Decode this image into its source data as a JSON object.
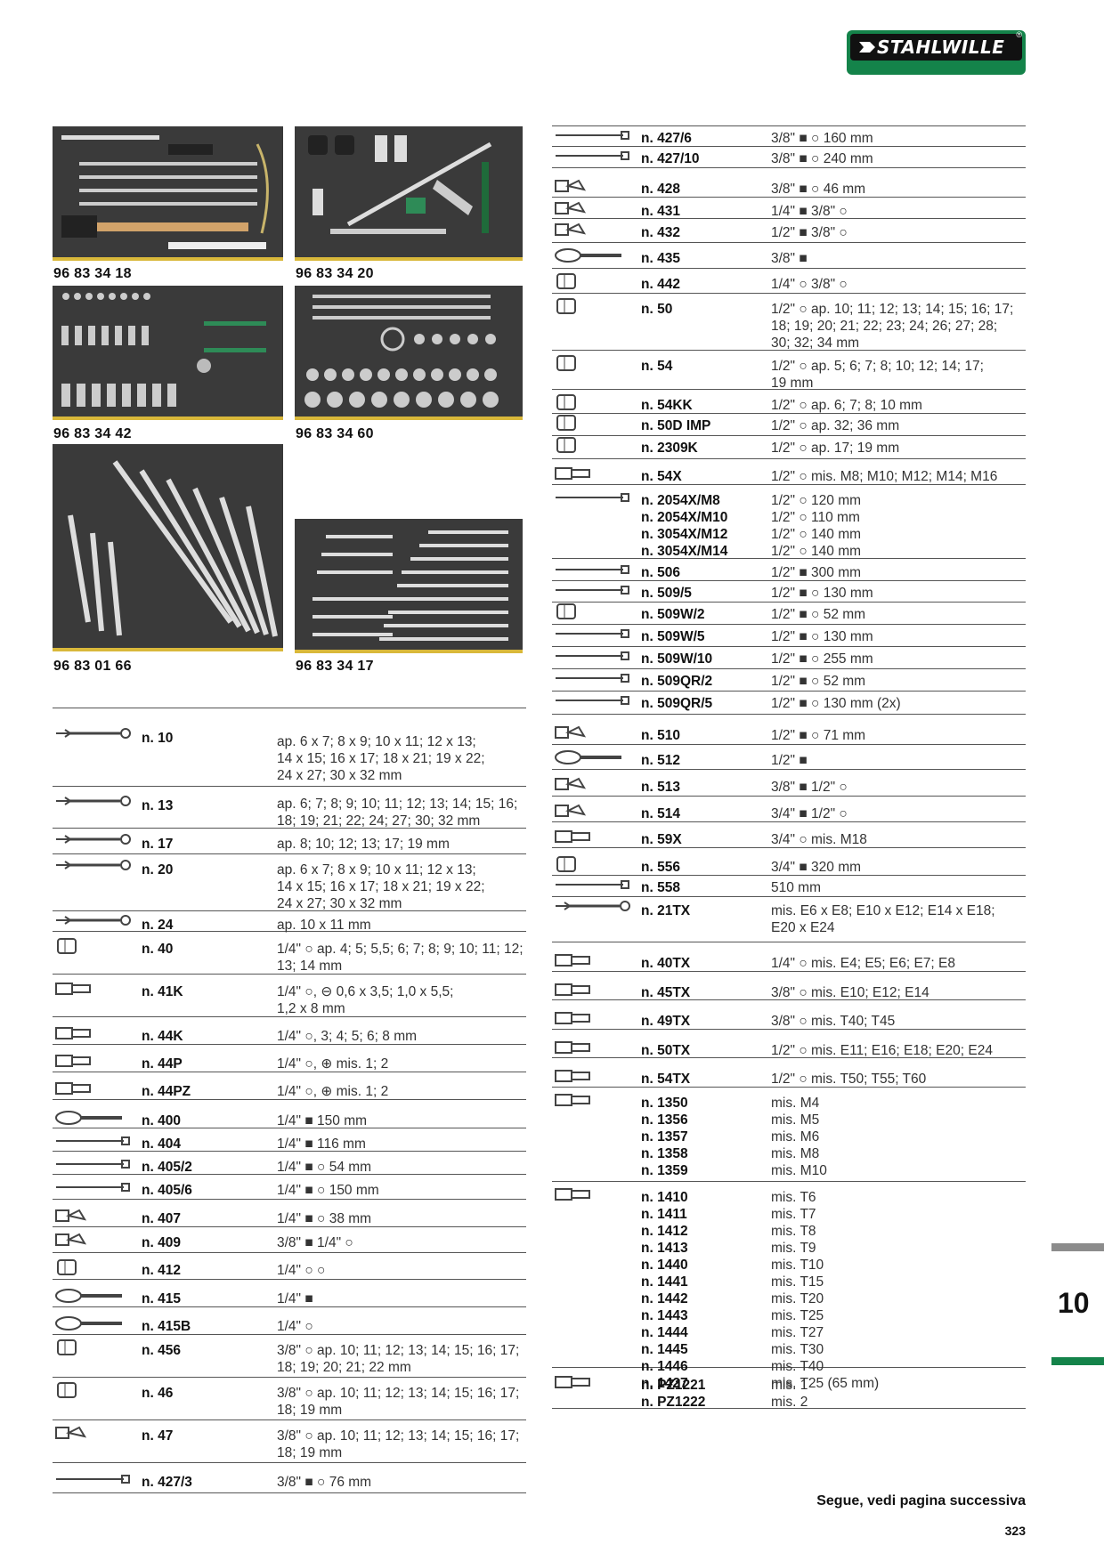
{
  "brand": {
    "logo_text": "STAHLWILLE",
    "registered": "®"
  },
  "photos": [
    {
      "label": "96 83 34 18"
    },
    {
      "label": "96 83 34 20"
    },
    {
      "label": "96 83 34 42"
    },
    {
      "label": "96 83 34 60"
    },
    {
      "label": "96 83 01 66"
    },
    {
      "label": "96 83 34 17"
    }
  ],
  "left_table": [
    {
      "name": "n. 10",
      "spec": "ap. 6 x 7; 8 x 9; 10 x 11; 12 x 13;\n14 x 15; 16 x 17; 18 x 21; 19 x 22;\n24 x 27; 30 x 32 mm"
    },
    {
      "name": "n. 13",
      "spec": "ap. 6; 7; 8; 9; 10; 11; 12; 13; 14; 15; 16;\n18; 19; 21; 22; 24; 27; 30; 32 mm"
    },
    {
      "name": "n. 17",
      "spec": "ap. 8; 10; 12; 13; 17; 19 mm"
    },
    {
      "name": "n. 20",
      "spec": "ap. 6 x 7; 8 x 9; 10 x 11; 12 x 13;\n14 x 15; 16 x 17; 18 x 21; 19 x 22;\n24 x 27; 30 x 32 mm"
    },
    {
      "name": "n. 24",
      "spec": "ap. 10 x 11 mm"
    },
    {
      "name": "n. 40",
      "spec": "1/4\" ○ ap. 4; 5; 5,5; 6; 7; 8; 9; 10; 11; 12;\n13; 14 mm"
    },
    {
      "name": "n. 41K",
      "spec": "1/4\" ○, ⊖ 0,6 x 3,5; 1,0 x 5,5;\n1,2 x 8 mm"
    },
    {
      "name": "n. 44K",
      "spec": "1/4\" ○, 3; 4; 5; 6; 8 mm"
    },
    {
      "name": "n. 44P",
      "spec": "1/4\" ○, ⊕ mis. 1; 2"
    },
    {
      "name": "n. 44PZ",
      "spec": "1/4\" ○, ⊕ mis. 1; 2"
    },
    {
      "name": "n. 400",
      "spec": "1/4\" ■ 150 mm"
    },
    {
      "name": "n. 404",
      "spec": "1/4\" ■ 116 mm"
    },
    {
      "name": "n. 405/2",
      "spec": "1/4\" ■ ○ 54 mm"
    },
    {
      "name": "n. 405/6",
      "spec": "1/4\" ■ ○ 150 mm"
    },
    {
      "name": "n. 407",
      "spec": "1/4\" ■ ○ 38 mm"
    },
    {
      "name": "n. 409",
      "spec": "3/8\" ■ 1/4\" ○"
    },
    {
      "name": "n. 412",
      "spec": "1/4\" ○ ○"
    },
    {
      "name": "n. 415",
      "spec": "1/4\" ■"
    },
    {
      "name": "n. 415B",
      "spec": "1/4\" ○"
    },
    {
      "name": "n. 456",
      "spec": "3/8\" ○ ap. 10; 11; 12; 13; 14; 15; 16; 17;\n18; 19; 20; 21; 22 mm"
    },
    {
      "name": "n. 46",
      "spec": "3/8\" ○ ap. 10; 11; 12; 13; 14; 15; 16; 17;\n18; 19 mm"
    },
    {
      "name": "n. 47",
      "spec": "3/8\" ○ ap. 10; 11; 12; 13; 14; 15; 16; 17;\n18; 19 mm"
    },
    {
      "name": "n. 427/3",
      "spec": "3/8\" ■ ○ 76 mm"
    }
  ],
  "right_table": [
    {
      "name": "n. 427/6",
      "spec": "3/8\" ■ ○ 160 mm"
    },
    {
      "name": "n. 427/10",
      "spec": "3/8\" ■ ○ 240 mm"
    },
    {
      "name": "n. 428",
      "spec": "3/8\" ■ ○ 46 mm"
    },
    {
      "name": "n. 431",
      "spec": "1/4\" ■ 3/8\" ○"
    },
    {
      "name": "n. 432",
      "spec": "1/2\" ■ 3/8\" ○"
    },
    {
      "name": "n. 435",
      "spec": "3/8\" ■"
    },
    {
      "name": "n. 442",
      "spec": "1/4\" ○ 3/8\" ○"
    },
    {
      "name": "n. 50",
      "spec": "1/2\" ○ ap. 10; 11; 12; 13; 14; 15; 16; 17;\n18; 19; 20; 21; 22; 23; 24; 26; 27; 28;\n30; 32; 34 mm"
    },
    {
      "name": "n. 54",
      "spec": "1/2\" ○ ap. 5; 6; 7; 8; 10; 12; 14; 17;\n19 mm"
    },
    {
      "name": "n. 54KK",
      "spec": "1/2\" ○ ap. 6; 7; 8; 10 mm"
    },
    {
      "name": "n. 50D IMP",
      "spec": "1/2\" ○ ap. 32; 36 mm"
    },
    {
      "name": "n. 2309K",
      "spec": "1/2\" ○ ap. 17; 19 mm"
    },
    {
      "name": "n. 54X",
      "spec": "1/2\" ○ mis. M8; M10; M12; M14; M16"
    },
    {
      "name": "n. 2054X/M8\nn. 2054X/M10\nn. 3054X/M12\nn. 3054X/M14",
      "spec": "1/2\" ○ 120 mm\n1/2\" ○ 110 mm\n1/2\" ○ 140 mm\n1/2\" ○ 140 mm"
    },
    {
      "name": "n. 506",
      "spec": "1/2\" ■ 300 mm"
    },
    {
      "name": "n. 509/5",
      "spec": "1/2\" ■ ○ 130 mm"
    },
    {
      "name": "n. 509W/2",
      "spec": "1/2\" ■ ○ 52 mm"
    },
    {
      "name": "n. 509W/5",
      "spec": "1/2\" ■ ○ 130 mm"
    },
    {
      "name": "n. 509W/10",
      "spec": "1/2\" ■ ○ 255 mm"
    },
    {
      "name": "n. 509QR/2",
      "spec": "1/2\" ■ ○ 52 mm"
    },
    {
      "name": "n. 509QR/5",
      "spec": "1/2\" ■ ○ 130 mm (2x)"
    },
    {
      "name": "n. 510",
      "spec": "1/2\" ■ ○ 71 mm"
    },
    {
      "name": "n. 512",
      "spec": "1/2\" ■"
    },
    {
      "name": "n. 513",
      "spec": "3/8\" ■ 1/2\" ○"
    },
    {
      "name": "n. 514",
      "spec": "3/4\" ■ 1/2\" ○"
    },
    {
      "name": "n. 59X",
      "spec": "3/4\" ○ mis. M18"
    },
    {
      "name": "n. 556",
      "spec": "3/4\" ■ 320 mm"
    },
    {
      "name": "n. 558",
      "spec": "510 mm"
    },
    {
      "name": "n. 21TX",
      "spec": "mis. E6 x E8; E10 x E12; E14 x E18;\nE20 x E24"
    },
    {
      "name": "n. 40TX",
      "spec": "1/4\" ○ mis. E4; E5; E6; E7; E8"
    },
    {
      "name": "n. 45TX",
      "spec": "3/8\" ○ mis. E10; E12; E14"
    },
    {
      "name": "n. 49TX",
      "spec": "3/8\" ○ mis. T40; T45"
    },
    {
      "name": "n. 50TX",
      "spec": "1/2\" ○ mis. E11; E16; E18; E20; E24"
    },
    {
      "name": "n. 54TX",
      "spec": "1/2\" ○ mis. T50; T55; T60"
    },
    {
      "name": "n. 1350\nn. 1356\nn. 1357\nn. 1358\nn. 1359",
      "spec": "mis. M4\nmis. M5\nmis. M6\nmis. M8\nmis. M10"
    },
    {
      "name": "n. 1410\nn. 1411\nn. 1412\nn. 1413\nn. 1440\nn. 1441\nn. 1442\nn. 1443\nn. 1444\nn. 1445\nn. 1446\nn. 1427",
      "spec": "mis. T6\nmis. T7\nmis. T8\nmis. T9\nmis. T10\nmis. T15\nmis. T20\nmis. T25\nmis. T27\nmis. T30\nmis. T40\nmis. T25 (65 mm)"
    },
    {
      "name": "n. PZ1221\nn. PZ1222",
      "spec": "mis. 1\nmis. 2"
    }
  ],
  "side_tab": {
    "number": "10"
  },
  "footer": {
    "note": "Segue, vedi pagina successiva",
    "page_number": "323"
  }
}
